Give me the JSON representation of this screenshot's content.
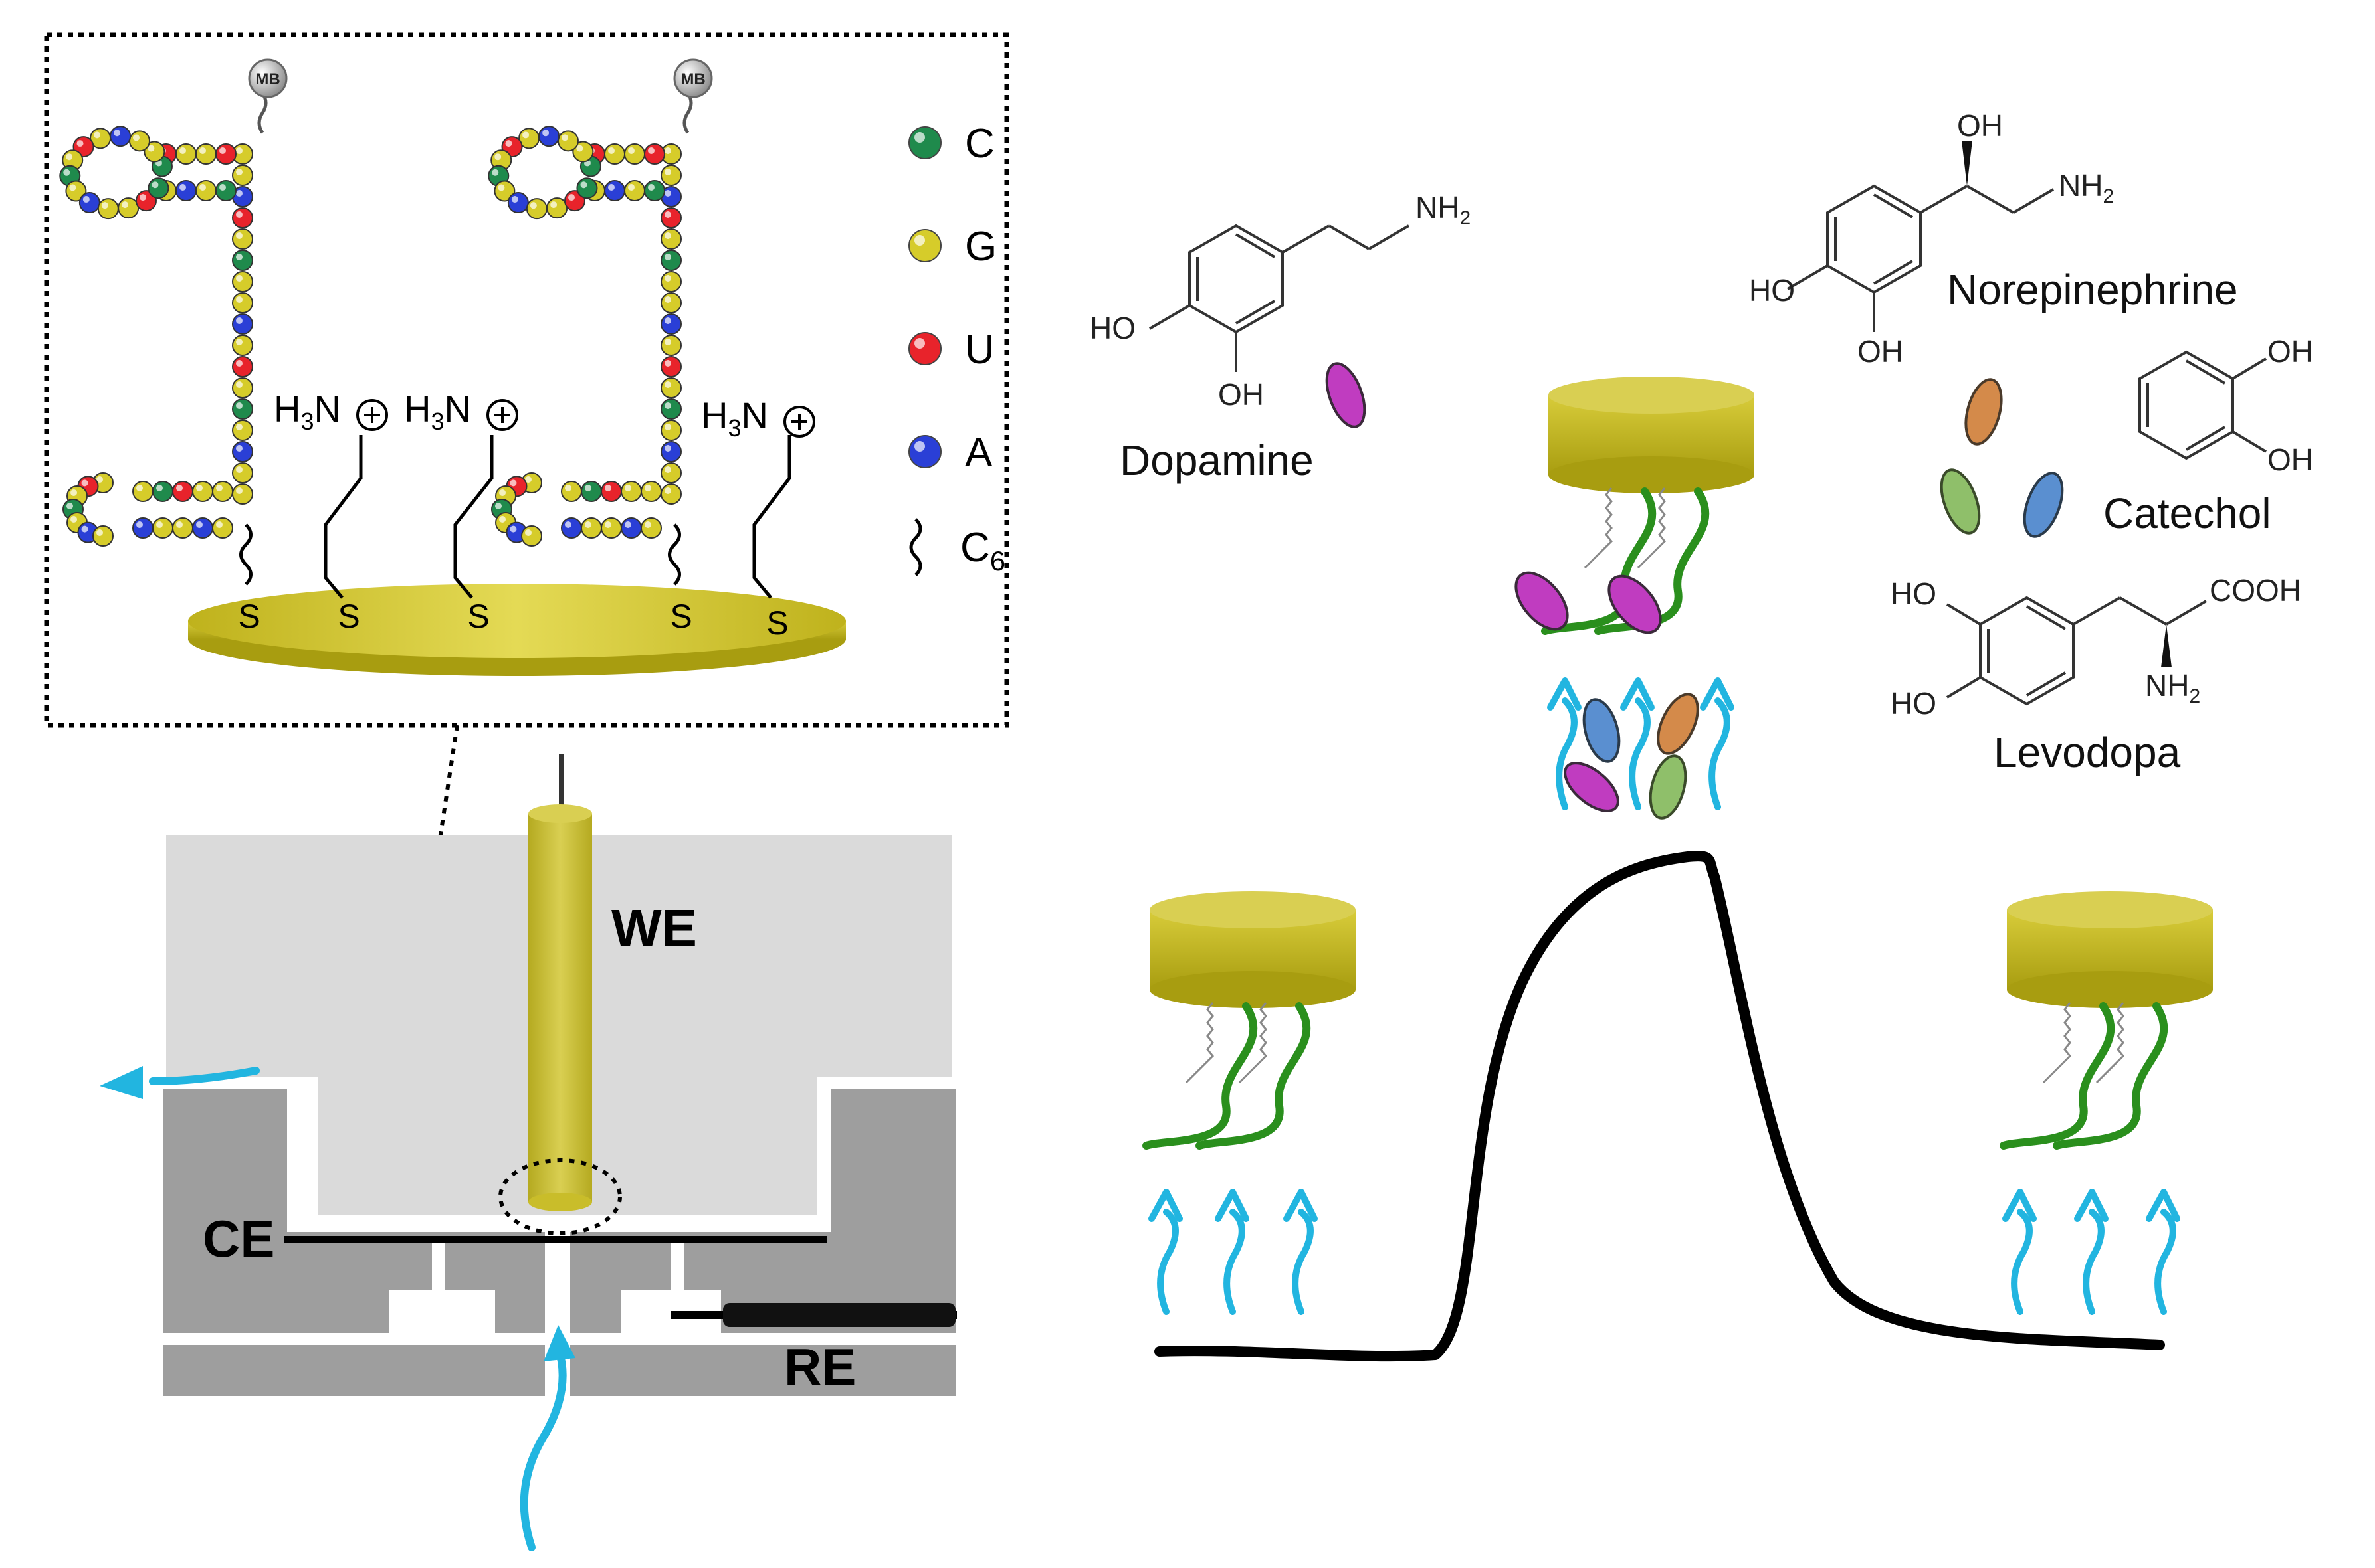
{
  "legend": {
    "items": [
      {
        "label": "C",
        "color": "#1f8a4c"
      },
      {
        "label": "G",
        "color": "#d6cc2a"
      },
      {
        "label": "U",
        "color": "#e8232b"
      },
      {
        "label": "A",
        "color": "#2a3fd6"
      }
    ],
    "linker_label": "C",
    "linker_subscript": "6"
  },
  "inset": {
    "redox_tag": "MB",
    "thiol_label": "S",
    "amine_prefix": "H",
    "amine_sub": "3",
    "amine_suffix": "N"
  },
  "cell": {
    "working_electrode": "WE",
    "counter_electrode": "CE",
    "reference_electrode": "RE"
  },
  "molecules": {
    "dopamine": {
      "name": "Dopamine",
      "oh1": "HO",
      "oh2": "OH",
      "amine": "NH",
      "amine_sub": "2"
    },
    "norepinephrine": {
      "name": "Norepinephrine",
      "oh_top": "OH",
      "oh1": "HO",
      "oh2": "OH",
      "amine": "NH",
      "amine_sub": "2"
    },
    "catechol": {
      "name": "Catechol",
      "oh1": "OH",
      "oh2": "OH"
    },
    "levodopa": {
      "name": "Levodopa",
      "oh1": "HO",
      "oh2": "HO",
      "acid": "COOH",
      "amine": "NH",
      "amine_sub": "2"
    }
  },
  "colors": {
    "gold": "#c9bd2a",
    "gold_dark": "#a89d10",
    "strand": "#2a8f1d",
    "flow_arrow": "#22b5e0",
    "trace": "#000000",
    "cell_light": "#dadada",
    "cell_dark": "#9e9e9e",
    "dopamine": "#c03cc0",
    "interferent_orange": "#d48a4a",
    "interferent_green": "#8fbf6a",
    "interferent_blue": "#5a8fd0"
  }
}
